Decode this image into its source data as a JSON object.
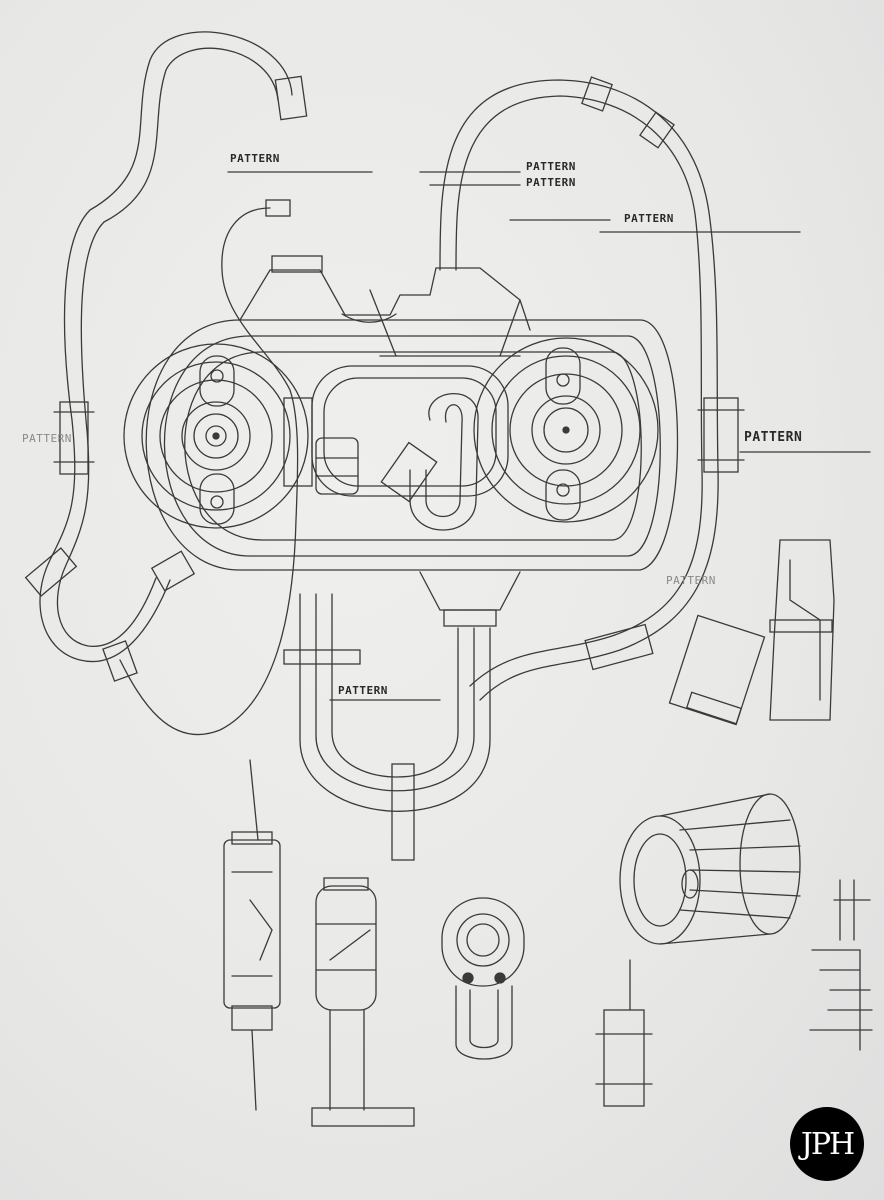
{
  "annotations": [
    {
      "id": "pattern-1",
      "text": "PATTERN"
    },
    {
      "id": "pattern-2",
      "text": "PATTERN"
    },
    {
      "id": "pattern-3",
      "text": "PATTERN"
    },
    {
      "id": "pattern-4",
      "text": "PATTERN"
    },
    {
      "id": "pattern-5",
      "text": "PATTERN"
    },
    {
      "id": "pattern-6",
      "text": "PATTERN"
    },
    {
      "id": "pattern-7",
      "text": "PATTERN"
    },
    {
      "id": "pattern-8",
      "text": "PATTERN"
    }
  ],
  "signature": {
    "monogram": "JPH"
  },
  "colors": {
    "paper": "#e9e9e7",
    "graphite": "#3a3a3a",
    "logo_bg": "#000000",
    "logo_fg": "#ffffff"
  }
}
